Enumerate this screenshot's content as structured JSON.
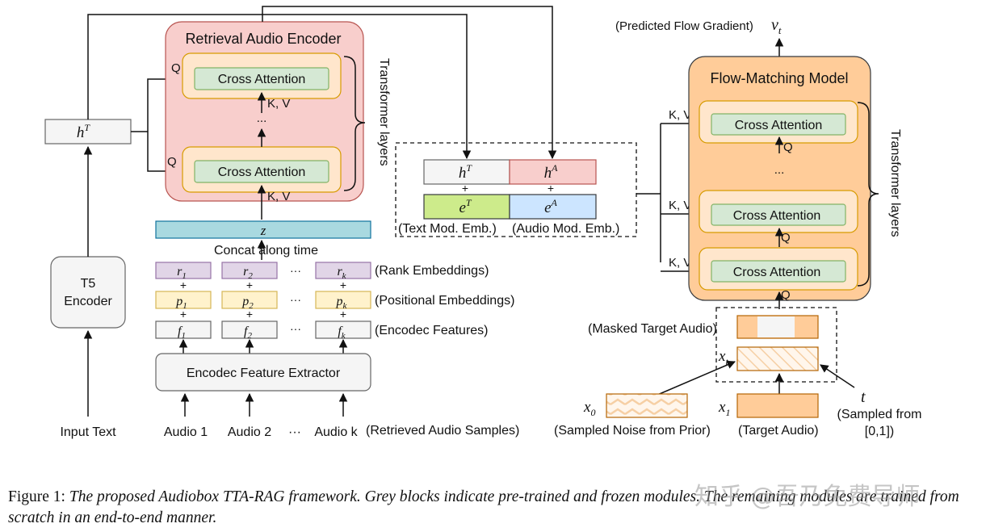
{
  "diagram": {
    "input_text": "Input Text",
    "t5_line1": "T5",
    "t5_line2": "Encoder",
    "h_t": "h",
    "h_sup": "T",
    "h_a_sup": "A",
    "retrieval_title": "Retrieval Audio Encoder",
    "cross_attention": "Cross Attention",
    "q_label": "Q",
    "kv_label": "K, V",
    "dots": "...",
    "transformer_layers": "Transformer layers",
    "z_label": "z",
    "concat_label": "Concat along time",
    "r": [
      "r1",
      "r2",
      "rk"
    ],
    "p": [
      "p1",
      "p2",
      "pk"
    ],
    "f": [
      "f1",
      "f2",
      "fk"
    ],
    "row_dots": "···",
    "rank_emb": "(Rank Embeddings)",
    "pos_emb": "(Positional Embeddings)",
    "encodec_feat": "(Encodec Features)",
    "encodec_extractor": "Encodec Feature Extractor",
    "audio_1": "Audio 1",
    "audio_2": "Audio 2",
    "audio_k": "Audio k",
    "retrieved_samples": "(Retrieved Audio Samples)",
    "e_sym": "e",
    "text_mod_emb": "(Text Mod. Emb.)",
    "audio_mod_emb": "(Audio Mod. Emb.)",
    "plus": "+",
    "predicted_flow": "(Predicted Flow Gradient)",
    "v_t": "v",
    "flow_title": "Flow-Matching Model",
    "masked_target": "(Masked Target Audio)",
    "x_t": "x",
    "x_0": "x",
    "x_1": "x",
    "t_sym": "t",
    "sampled_from_1": "(Sampled from",
    "sampled_from_2": "[0,1])",
    "sampled_noise": "(Sampled Noise from Prior)",
    "target_audio": "(Target Audio)"
  },
  "caption": {
    "label": "Figure 1:",
    "text": "The proposed Audiobox TTA-RAG framework. Grey blocks indicate pre-trained and frozen modules. The remaining modules are trained from scratch in an end-to-end manner."
  },
  "watermark": "知乎 @吾乃免费导师",
  "colors": {
    "retrieval_bg": "#f8cecc",
    "flow_bg": "#ffcc99",
    "cross_attn": "#d5e8d4",
    "z_bar": "#a9d9e0",
    "rank_emb": "#e1d5e7",
    "pos_emb": "#fff2cc",
    "grey_block": "#f5f5f5",
    "text_mod": "#cdeb8b",
    "audio_mod": "#cce5ff"
  }
}
